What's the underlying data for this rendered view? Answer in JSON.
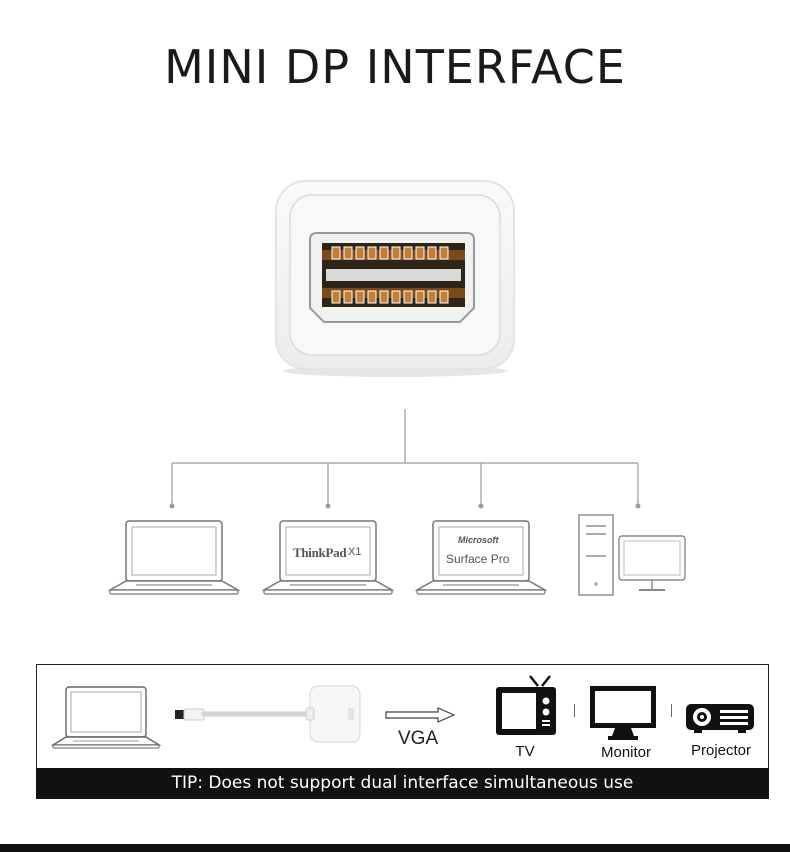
{
  "title": "MINI DP INTERFACE",
  "devices": {
    "thinkpad_label": "ThinkPad",
    "thinkpad_model": "X1",
    "ms_label": "Microsoft",
    "surface_label": "Surface Pro"
  },
  "flow": {
    "vga_label": "VGA",
    "tv_label": "TV",
    "monitor_label": "Monitor",
    "projector_label": "Projector"
  },
  "tip": "TIP: Does not support dual interface simultaneous use",
  "colors": {
    "port_gold": "#b8742a",
    "port_dark": "#3a2a1a",
    "line": "#999999",
    "tip_bg": "#111111"
  }
}
